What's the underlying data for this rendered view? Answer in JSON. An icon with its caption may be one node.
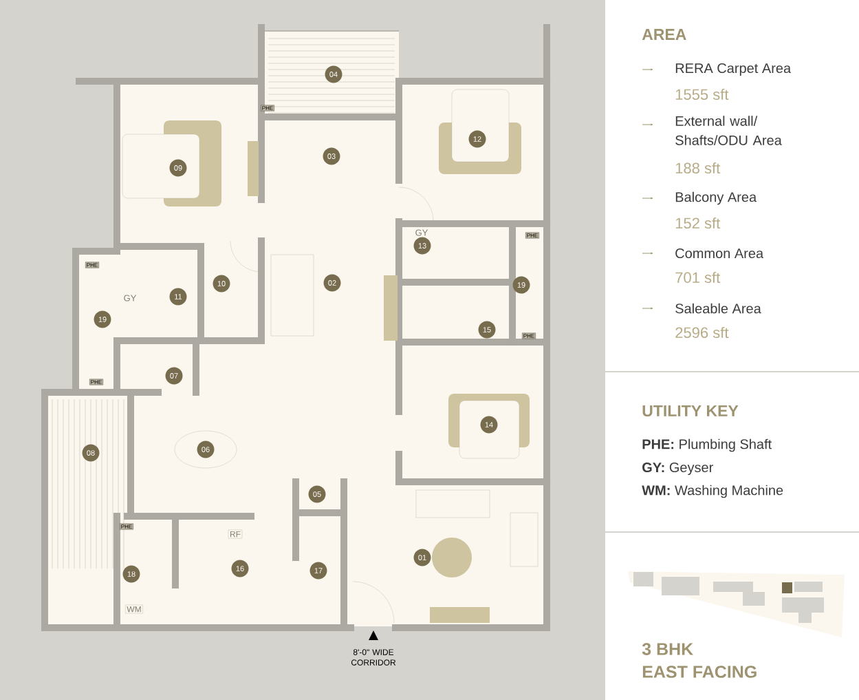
{
  "diagram": {
    "nodes": [
      {
        "text": [
          "04"
        ]
      },
      {
        "text": [
          "12"
        ]
      },
      {
        "text": [
          "03"
        ]
      },
      {
        "text": [
          "09"
        ]
      },
      {
        "text": [
          "13"
        ]
      },
      {
        "text": [
          "02"
        ]
      },
      {
        "text": [
          "10"
        ]
      },
      {
        "text": [
          "11"
        ]
      },
      {
        "text": [
          "19"
        ]
      },
      {
        "text": [
          "19"
        ]
      },
      {
        "text": [
          "15"
        ]
      },
      {
        "text": [
          "07"
        ]
      },
      {
        "text": [
          "14"
        ]
      },
      {
        "text": [
          "08"
        ]
      },
      {
        "text": [
          "06"
        ]
      },
      {
        "text": [
          "05"
        ]
      },
      {
        "text": [
          "01"
        ]
      },
      {
        "text": [
          "16"
        ]
      },
      {
        "text": [
          "17"
        ]
      },
      {
        "text": [
          "18"
        ]
      }
    ],
    "labels": [
      "PHE",
      "PHE",
      "GY",
      "PHE",
      "GY",
      "PHE",
      "PHE",
      "PHE",
      "RF",
      "WM",
      "8'-0\" WIDE CORRIDOR",
      "AREA",
      "RERA Carpet Area",
      "1555 sft",
      "External wall/ Shafts/ODU Area",
      "188 sft",
      "Balcony Area",
      "152 sft",
      "Common Area",
      "701 sft",
      "Saleable Area",
      "2596 sft",
      "UTILITY KEY",
      "**PHE:** Plumbing Shaft",
      "**GY:** Geyser",
      "**WM:** Washing Machine",
      "3 BHK",
      "EAST FACING"
    ]
  }
}
